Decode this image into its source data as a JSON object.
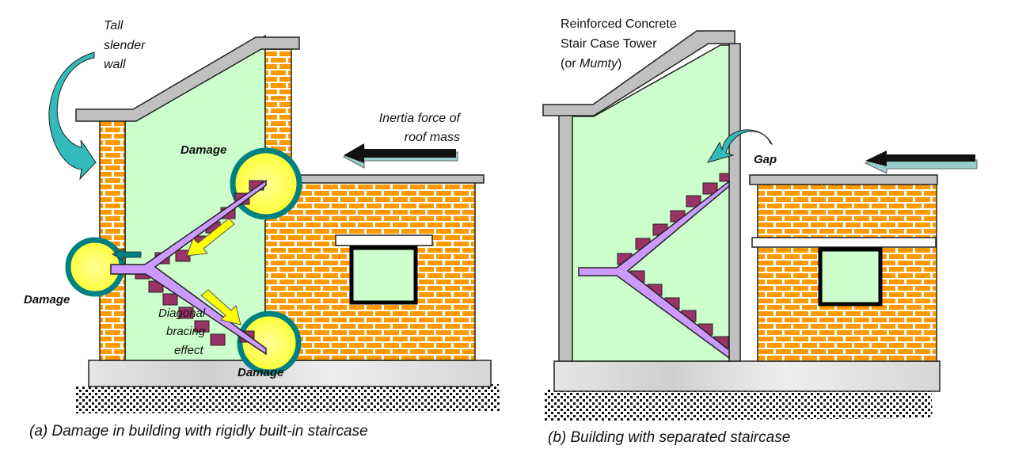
{
  "panel_a": {
    "caption": "(a) Damage in building with rigidly built-in staircase",
    "labels": {
      "tall_wall_1": "Tall",
      "tall_wall_2": "slender",
      "tall_wall_3": "wall",
      "inertia_1": "Inertia force of",
      "inertia_2": "roof mass",
      "damage_top": "Damage",
      "damage_left": "Damage",
      "damage_bottom": "Damage",
      "diag_1": "Diagonal",
      "diag_2": "bracing",
      "diag_3": "effect"
    }
  },
  "panel_b": {
    "caption": "(b) Building with separated staircase",
    "labels": {
      "tower_1": "Reinforced Concrete",
      "tower_2": "Stair Case Tower",
      "tower_3_pre": "(or ",
      "tower_3_it": "Mumty",
      "tower_3_post": ")",
      "gap": "Gap"
    }
  },
  "colors": {
    "brick": "#ff9900",
    "mortar": "#fff3dd",
    "stair_room": "#ccffcc",
    "slab": "#c0c0c0",
    "stair_flight": "#cc99ff",
    "stair_step": "#993366",
    "damage_ring": "#008080",
    "damage_fill": "#ffff66",
    "force_arrow": "#33cccc",
    "bracing_arrow": "#ffff00"
  }
}
